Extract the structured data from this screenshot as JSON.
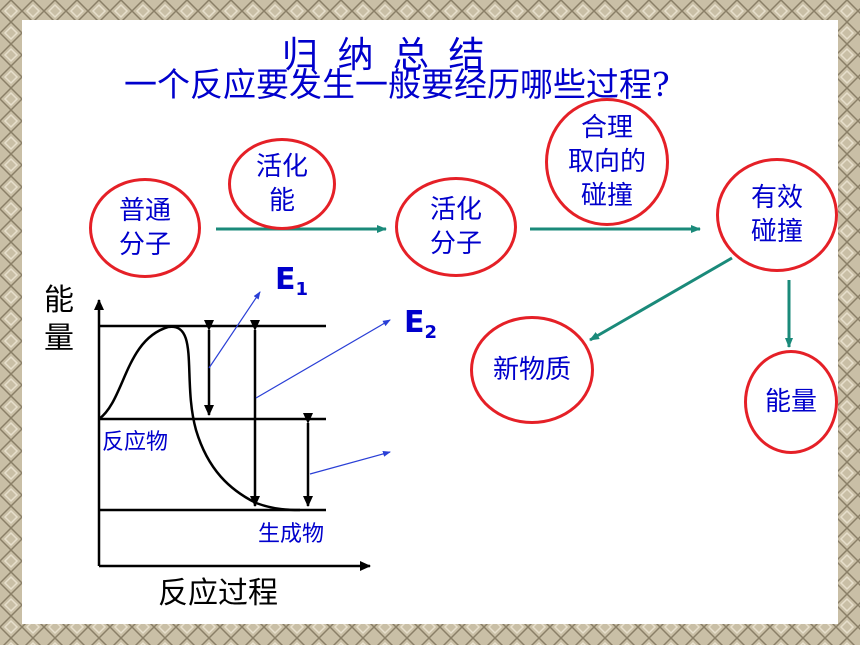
{
  "slide": {
    "title": "归 纳 总 结",
    "subtitle": "一个反应要发生一般要经历哪些过程?"
  },
  "flow": {
    "ordinary_molecules": [
      "普通",
      "分子"
    ],
    "activation_energy": [
      "活化",
      "能"
    ],
    "activated_molecules": [
      "活化",
      "分子"
    ],
    "proper_orientation_collision": [
      "合理",
      "取向的",
      "碰撞"
    ],
    "effective_collision": [
      "有效",
      "碰撞"
    ],
    "new_substance": [
      "新物质"
    ],
    "energy": [
      "能量"
    ]
  },
  "energy_diagram": {
    "y_axis_label": "能量",
    "x_axis_label": "反应过程",
    "reactants_label": "反应物",
    "products_label": "生成物",
    "e1_letter": "E",
    "e1_sub": "1",
    "e2_letter": "E",
    "e2_sub": "2"
  },
  "colors": {
    "text_blue": "#0000cc",
    "circle_red": "#e52027",
    "arrow_teal": "#1a8a7a",
    "pointer_blue": "#2a3fd6"
  }
}
